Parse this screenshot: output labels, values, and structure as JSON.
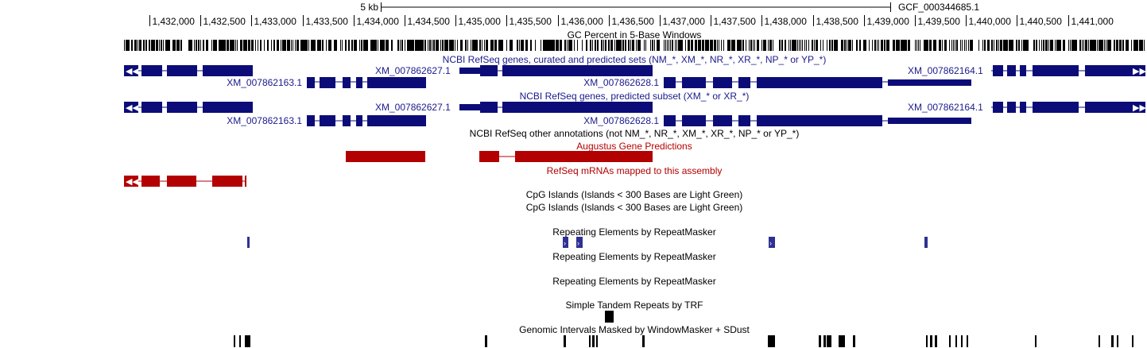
{
  "ruler": {
    "scale_label": "5 kb",
    "assembly_label": "GCF_000344685.1",
    "ticks": [
      "1,432,000",
      "1,432,500",
      "1,433,000",
      "1,433,500",
      "1,434,000",
      "1,434,500",
      "1,435,000",
      "1,435,500",
      "1,436,000",
      "1,436,500",
      "1,437,000",
      "1,437,500",
      "1,438,000",
      "1,438,500",
      "1,439,000",
      "1,439,500",
      "1,440,000",
      "1,440,500",
      "1,441,000"
    ]
  },
  "tracks": {
    "gc_percent": {
      "title": "GC Percent in 5-Base Windows"
    },
    "refseq_all": {
      "title": "NCBI RefSeq genes, curated and predicted sets (NM_*, XM_*, NR_*, XR_*, NP_* or YP_*)",
      "genes": [
        "XM_007862627.1",
        "XM_007862164.1",
        "XM_007862163.1",
        "XM_007862628.1"
      ]
    },
    "refseq_predicted": {
      "title": "NCBI RefSeq genes, predicted subset (XM_* or XR_*)",
      "genes": [
        "XM_007862627.1",
        "XM_007862164.1",
        "XM_007862163.1",
        "XM_007862628.1"
      ]
    },
    "refseq_other": {
      "title": "NCBI RefSeq other annotations (not NM_*, NR_*, XM_*, XR_*, NP_* or YP_*)"
    },
    "augustus": {
      "title": "Augustus Gene Predictions"
    },
    "refseq_mrna": {
      "title": "RefSeq mRNAs mapped to this assembly"
    },
    "cpg1": {
      "title": "CpG Islands (Islands < 300 Bases are Light Green)"
    },
    "cpg2": {
      "title": "CpG Islands (Islands < 300 Bases are Light Green)"
    },
    "rmsk1": {
      "title": "Repeating Elements by RepeatMasker"
    },
    "rmsk2": {
      "title": "Repeating Elements by RepeatMasker"
    },
    "rmsk3": {
      "title": "Repeating Elements by RepeatMasker"
    },
    "trf": {
      "title": "Simple Tandem Repeats by TRF"
    },
    "windowmasker": {
      "title": "Genomic Intervals Masked by WindowMasker + SDust"
    }
  },
  "colors": {
    "gene": "#0c0c78",
    "augustus": "#b30000",
    "repeat": "#2e3192",
    "mask": "#000000"
  }
}
